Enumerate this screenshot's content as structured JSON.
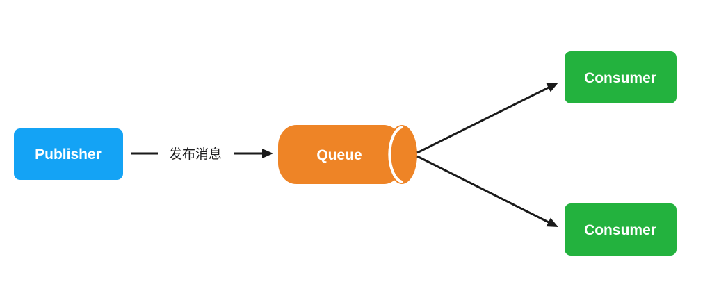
{
  "canvas": {
    "background": "#ffffff"
  },
  "nodes": {
    "publisher": {
      "label": "Publisher",
      "fill": "#14a3f5",
      "text_color": "#ffffff",
      "shape": "rounded-rect"
    },
    "queue": {
      "label": "Queue",
      "fill": "#ee8426",
      "text_color": "#ffffff",
      "shape": "horizontal-cylinder"
    },
    "consumer_top": {
      "label": "Consumer",
      "fill": "#23b23e",
      "text_color": "#ffffff",
      "shape": "rounded-rect"
    },
    "consumer_bottom": {
      "label": "Consumer",
      "fill": "#23b23e",
      "text_color": "#ffffff",
      "shape": "rounded-rect"
    }
  },
  "edges": {
    "publish": {
      "label": "发布消息",
      "from": "publisher",
      "to": "queue",
      "stroke": "#1a1a1a"
    },
    "queue_to_consumer_top": {
      "label": "",
      "from": "queue",
      "to": "consumer_top",
      "stroke": "#1a1a1a"
    },
    "queue_to_consumer_bottom": {
      "label": "",
      "from": "queue",
      "to": "consumer_bottom",
      "stroke": "#1a1a1a"
    }
  }
}
